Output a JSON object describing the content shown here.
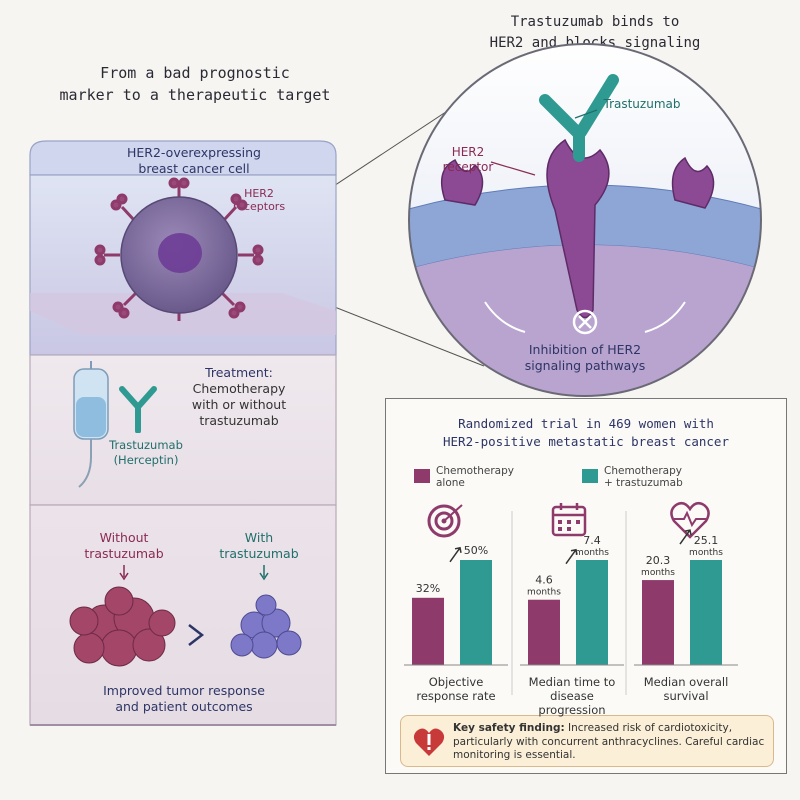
{
  "left_title": [
    "From a bad prognostic",
    "marker to a therapeutic target"
  ],
  "right_title": [
    "Trastuzumab binds to",
    "HER2 and blocks signaling"
  ],
  "cell_panel": {
    "title": [
      "HER2-overexpressing",
      "breast cancer cell"
    ],
    "receptor_label": [
      "HER2",
      "receptors"
    ]
  },
  "treatment_panel": {
    "title": "Treatment:",
    "lines": [
      "Chemotherapy",
      "with or without",
      "trastuzumab"
    ],
    "drug_label": [
      "Trastuzumab",
      "(Herceptin)"
    ]
  },
  "outcome_panel": {
    "without": [
      "Without",
      "trastuzumab"
    ],
    "with": [
      "With",
      "trastuzumab"
    ],
    "summary": [
      "Improved tumor response",
      "and patient outcomes"
    ]
  },
  "zoom": {
    "antibody_label": "Trastuzumab",
    "receptor_label": [
      "HER2",
      "receptor"
    ],
    "inhibition": [
      "Inhibition of HER2",
      "signaling pathways"
    ]
  },
  "trial": {
    "title": [
      "Randomized trial in 469 women with",
      "HER2-positive metastatic breast cancer"
    ],
    "legend": [
      {
        "label": [
          "Chemotherapy",
          "alone"
        ],
        "color": "#8e3a6a"
      },
      {
        "label": [
          "Chemotherapy",
          "+ trastuzumab"
        ],
        "color": "#2f9a92"
      }
    ],
    "safety": {
      "bold": "Key safety finding:",
      "text": " Increased risk of cardiotoxicity, particularly with concurrent anthracyclines. Careful cardiac monitoring is essential."
    }
  },
  "chart_data": {
    "type": "bar",
    "categories": [
      "Objective response rate",
      "Median time to disease progression",
      "Median overall survival"
    ],
    "series": [
      {
        "name": "Chemotherapy alone",
        "values": [
          32,
          4.6,
          20.3
        ]
      },
      {
        "name": "Chemotherapy + trastuzumab",
        "values": [
          50,
          7.4,
          25.1
        ]
      }
    ],
    "value_labels": [
      [
        "32%",
        "50%"
      ],
      [
        "4.6 months",
        "7.4 months"
      ],
      [
        "20.3 months",
        "25.1 months"
      ]
    ],
    "category_labels": [
      [
        "Objective",
        "response rate"
      ],
      [
        "Median time to",
        "disease progression"
      ],
      [
        "Median overall",
        "survival"
      ]
    ],
    "colors": [
      "#8e3a6a",
      "#2f9a92"
    ]
  }
}
